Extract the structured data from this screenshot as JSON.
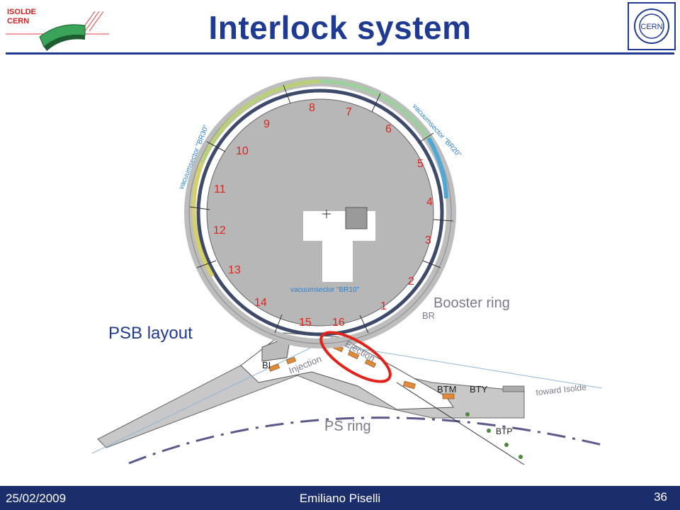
{
  "slide": {
    "title": "Interlock system",
    "footer_date": "25/02/2009",
    "footer_author": "Emiliano Piselli",
    "page_number": "36"
  },
  "logos": {
    "isolde_line1": "ISOLDE",
    "isolde_line2": "CERN",
    "cern": "CERN"
  },
  "diagram": {
    "heading": "PSB layout",
    "ring_numbers": [
      "1",
      "2",
      "3",
      "4",
      "5",
      "6",
      "7",
      "8",
      "9",
      "10",
      "11",
      "12",
      "13",
      "14",
      "15",
      "16"
    ],
    "labels": {
      "booster_ring": "Booster ring",
      "br": "BR",
      "bi": "BI",
      "injection": "Injection",
      "ejection": "Ejection",
      "btm": "BTM",
      "bty": "BTY",
      "btp": "BTP",
      "toward_isolde": "toward Isolde",
      "ps_ring": "PS ring",
      "vac_br10": "vacuumsector \"BR10\"",
      "vac_br20": "vacuumsector \"BR20\"",
      "vac_br30": "vacuumsector \"BR30\""
    },
    "colors": {
      "ring_numbers": "#e0241b",
      "highlight_ellipse": "#e0241b",
      "vacuum_label": "#2a7fd0",
      "heading": "#1f3a93"
    }
  }
}
